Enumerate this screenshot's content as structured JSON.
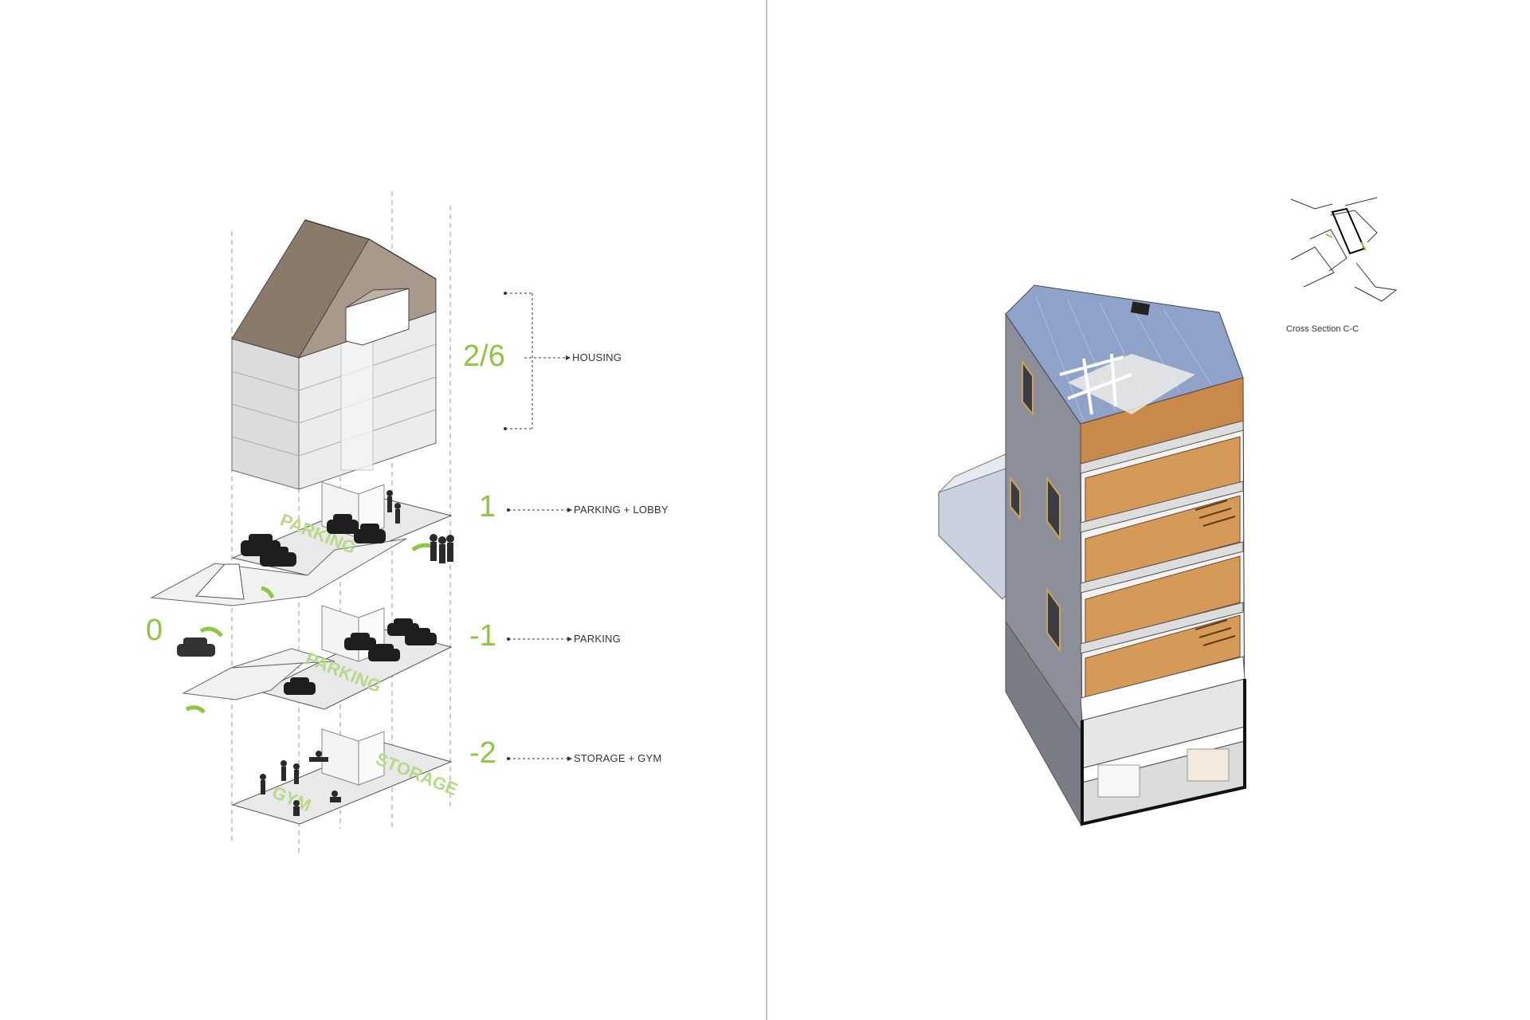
{
  "diagram": {
    "levels": [
      {
        "id": "housing",
        "number": "2/6",
        "program": "HOUSING"
      },
      {
        "id": "ground",
        "number": "1",
        "program": "PARKING + LOBBY"
      },
      {
        "id": "street",
        "number": "0",
        "program": ""
      },
      {
        "id": "basement1",
        "number": "-1",
        "program": "PARKING"
      },
      {
        "id": "basement2",
        "number": "-2",
        "program": "STORAGE + GYM"
      }
    ],
    "slab_labels": {
      "ground": "PARKING",
      "basement1": "PARKING",
      "basement2_storage": "STORAGE",
      "basement2_gym": "GYM"
    },
    "colors": {
      "accent": "#8dc63f",
      "roof": "#8a7a6a",
      "wood_floor": "#c8894a",
      "brick": "#8c8f99",
      "metal_roof": "#8fa2c9"
    }
  },
  "section": {
    "key_plan_caption": "Cross Section C-C"
  }
}
